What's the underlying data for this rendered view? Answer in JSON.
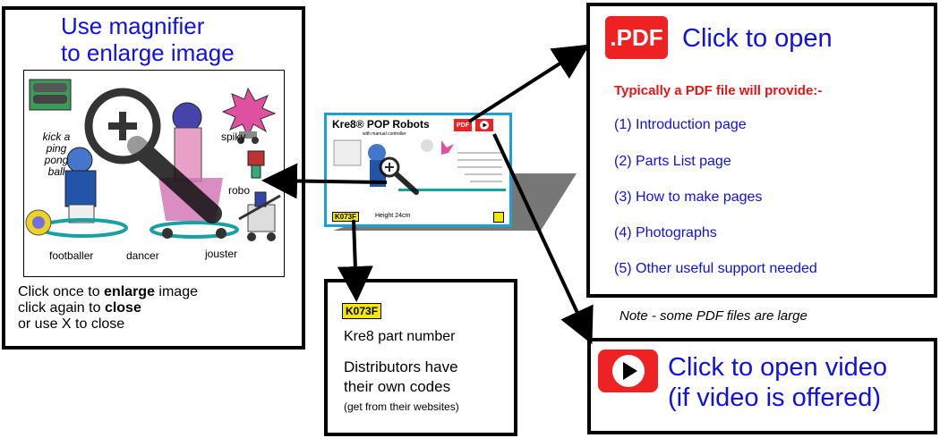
{
  "magnifier_panel": {
    "title_line1": "Use magnifier",
    "title_line2": "to enlarge image",
    "figure_labels": {
      "kick": [
        "kick a",
        "ping pong",
        "ball"
      ],
      "spiky": "spiky",
      "robo": "robo",
      "footballer": "footballer",
      "dancer": "dancer",
      "jouster": "jouster"
    },
    "instr_line1_pre": "Click once to ",
    "instr_line1_bold": "enlarge",
    "instr_line1_post": " image",
    "instr_line2_pre": "click again to ",
    "instr_line2_bold": "close",
    "instr_line3": "or use X  to close"
  },
  "card": {
    "title": "Kre8® POP Robots",
    "subtitle": "with manual controller",
    "part_code": "K073F",
    "height_text": "Height 24cm",
    "pdf_label": "PDF"
  },
  "part_panel": {
    "code": "K073F",
    "line1": "Kre8 part number",
    "line2": "Distributors have",
    "line3": "their own codes",
    "line4": "(get from their websites)"
  },
  "pdf_panel": {
    "badge": ".PDF",
    "title": "Click to open",
    "intro": "Typically a PDF file will provide:-",
    "items": [
      "(1) Introduction page",
      "(2) Parts List page",
      "(3) How to make pages",
      "(4) Photographs",
      "(5) Other useful support needed"
    ]
  },
  "note": "Note - some PDF files are large",
  "video_panel": {
    "title_line1": "Click to open video",
    "title_line2": "(if video is offered)"
  },
  "colors": {
    "blue_text": "#1010e0",
    "red_text": "#e01515",
    "pdf_red": "#e22222",
    "code_yellow": "#f5e800",
    "card_border": "#1a9fd6"
  }
}
